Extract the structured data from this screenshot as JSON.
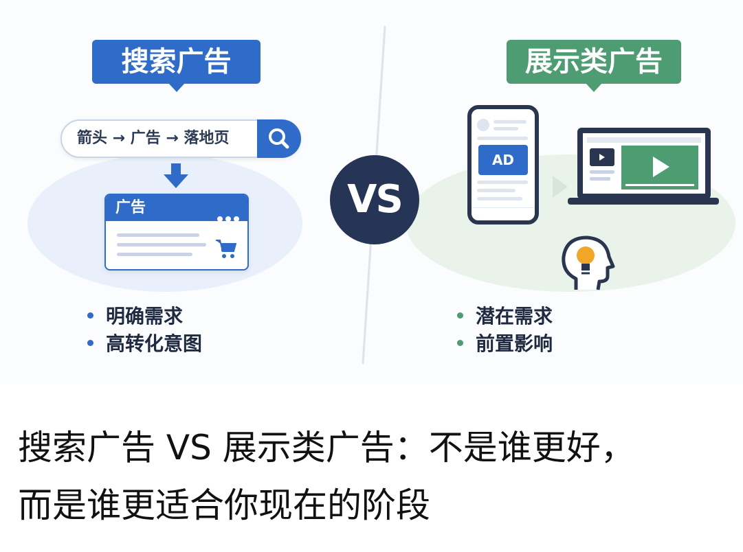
{
  "banner": {
    "left": {
      "tag": "搜索广告",
      "search_query": "箭头 → 广告 → 落地页",
      "ad_card_title": "广告",
      "bullets": [
        "明确需求",
        "高转化意图"
      ]
    },
    "vs_label": "VS",
    "right": {
      "tag": "展示类广告",
      "phone_ad_label": "AD",
      "bullets": [
        "潜在需求",
        "前置影响"
      ]
    }
  },
  "caption": {
    "line1": "搜索广告 VS 展示类广告：不是谁更好，",
    "line2": "而是谁更适合你现在的阶段"
  },
  "colors": {
    "search_blue": "#2f6bc9",
    "display_green": "#4d9c72",
    "vs_navy": "#263456"
  }
}
